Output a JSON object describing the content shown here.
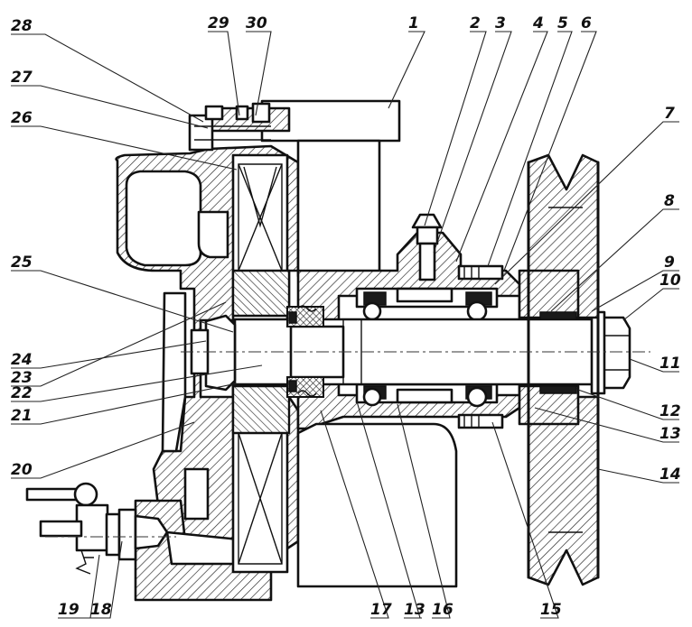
{
  "labels": {
    "l1": "1",
    "l2": "2",
    "l3": "3",
    "l4": "4",
    "l5": "5",
    "l6": "6",
    "l7": "7",
    "l8": "8",
    "l9": "9",
    "l10": "10",
    "l11": "11",
    "l12": "12",
    "l13a": "13",
    "l13b": "13",
    "l14": "14",
    "l15": "15",
    "l16": "16",
    "l17": "17",
    "l18": "18",
    "l19": "19",
    "l20": "20",
    "l21": "21",
    "l22": "22",
    "l23": "23",
    "l24": "24",
    "l25": "25",
    "l26": "26",
    "l27": "27",
    "l28": "28",
    "l29": "29",
    "l30": "30"
  }
}
